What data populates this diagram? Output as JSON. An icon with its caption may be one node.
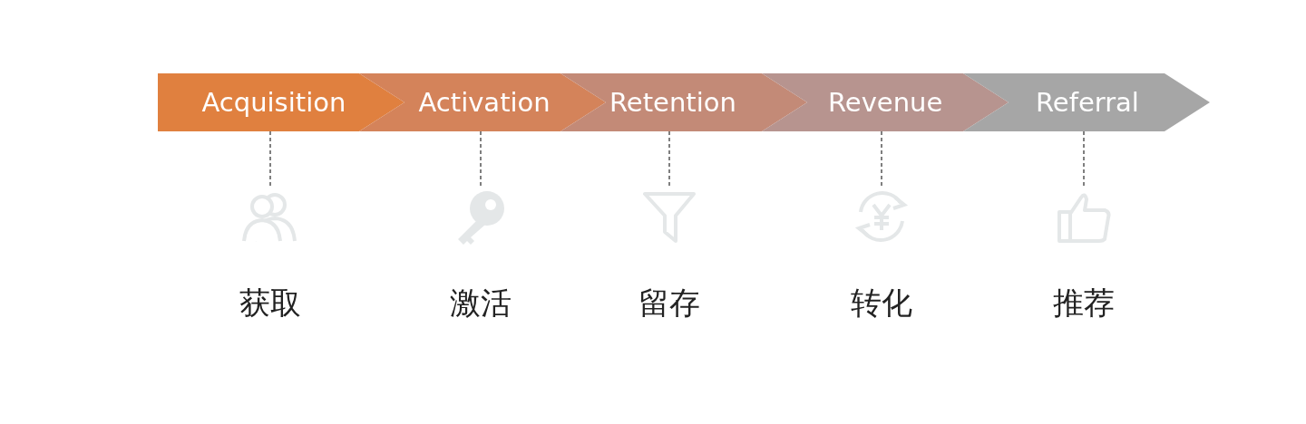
{
  "diagram": {
    "nodes": [
      {
        "text": [
          "Acquisition"
        ]
      },
      {
        "text": [
          "Activation"
        ]
      },
      {
        "text": [
          "Retention"
        ]
      },
      {
        "text": [
          "Revenue"
        ]
      },
      {
        "text": [
          "Referral"
        ]
      },
      {
        "text": [],
        "shape": "person"
      },
      {
        "text": [],
        "shape": "key"
      },
      {
        "text": [],
        "shape": "funnel"
      },
      {
        "text": [],
        "shape": "circle"
      },
      {
        "text": [],
        "shape": "hand"
      }
    ],
    "edges": [
      {
        "from": 0,
        "to": 5,
        "arrow": "none",
        "style": "dashed"
      },
      {
        "from": 1,
        "to": 6,
        "arrow": "none",
        "style": "dashed"
      },
      {
        "from": 2,
        "to": 7,
        "arrow": "none",
        "style": "dashed"
      },
      {
        "from": 3,
        "to": 8,
        "arrow": "none",
        "style": "dashed"
      },
      {
        "from": 4,
        "to": 9,
        "arrow": "none",
        "style": "dashed"
      }
    ],
    "labels": [
      "获取",
      "激活",
      "留存",
      "转化",
      "推荐"
    ]
  }
}
